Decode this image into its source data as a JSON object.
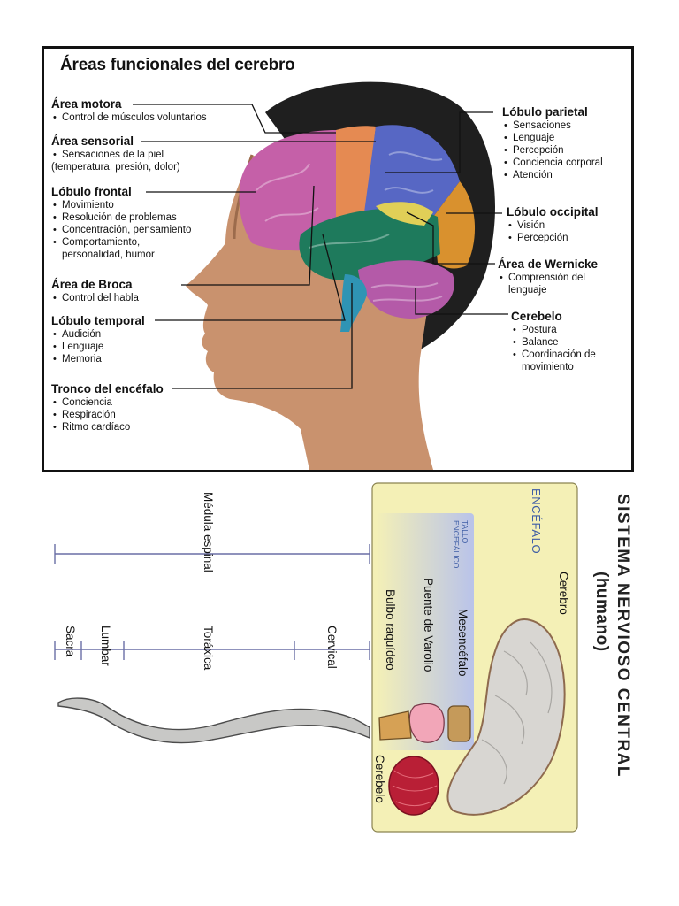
{
  "top": {
    "title": "Áreas funcionales del cerebro",
    "left_groups": [
      {
        "name": "Área motora",
        "items": [
          "Control de músculos voluntarios"
        ]
      },
      {
        "name": "Área sensorial",
        "items": [
          "Sensaciones de la piel",
          "(temperatura, presión, dolor)"
        ]
      },
      {
        "name": "Lóbulo frontal",
        "items": [
          "Movimiento",
          "Resolución de problemas",
          "Concentración, pensamiento",
          "Comportamiento, personalidad, humor"
        ]
      },
      {
        "name": "Área de Broca",
        "items": [
          "Control del habla"
        ]
      },
      {
        "name": "Lóbulo temporal",
        "items": [
          "Audición",
          "Lenguaje",
          "Memoria"
        ]
      },
      {
        "name": "Tronco del encéfalo",
        "items": [
          "Conciencia",
          "Respiración",
          "Ritmo cardíaco"
        ]
      }
    ],
    "right_groups": [
      {
        "name": "Lóbulo parietal",
        "items": [
          "Sensaciones",
          "Lenguaje",
          "Percepción",
          "Conciencia corporal",
          "Atención"
        ]
      },
      {
        "name": "Lóbulo occipital",
        "items": [
          "Visión",
          "Percepción"
        ]
      },
      {
        "name": "Área de Wernicke",
        "items": [
          "Comprensión del lenguaje"
        ]
      },
      {
        "name": "Cerebelo",
        "items": [
          "Postura",
          "Balance",
          "Coordinación de movimiento"
        ]
      }
    ]
  },
  "bottom": {
    "title": "SISTEMA  NERVIOSO  CENTRAL",
    "subtitle": "(humano)",
    "encefalo": "ENCÉFALO",
    "tallo_line1": "TALLO",
    "tallo_line2": "ENCEFÁLICO",
    "cerebro": "Cerebro",
    "mesencefalo": "Mesencéfalo",
    "puente": "Puente de Varolio",
    "bulbo": "Bulbo raquídeo",
    "cerebelo": "Cerebelo",
    "medula": "Médula espinal",
    "cervical": "Cervical",
    "toraxica": "Toráxica",
    "lumbar": "Lumbar",
    "sacra": "Sacra"
  },
  "colors": {
    "frontal": "#c560a8",
    "motor": "#e58a52",
    "parietal": "#5767c4",
    "occipital": "#d9912e",
    "temporal": "#1e7a5c",
    "wernicke": "#e0cf57",
    "cerebellum": "#b45aa8",
    "brainstem": "#2f94b4",
    "panel_yellow": "#f4f0b6",
    "panel_blue": "#c7d0ef"
  }
}
